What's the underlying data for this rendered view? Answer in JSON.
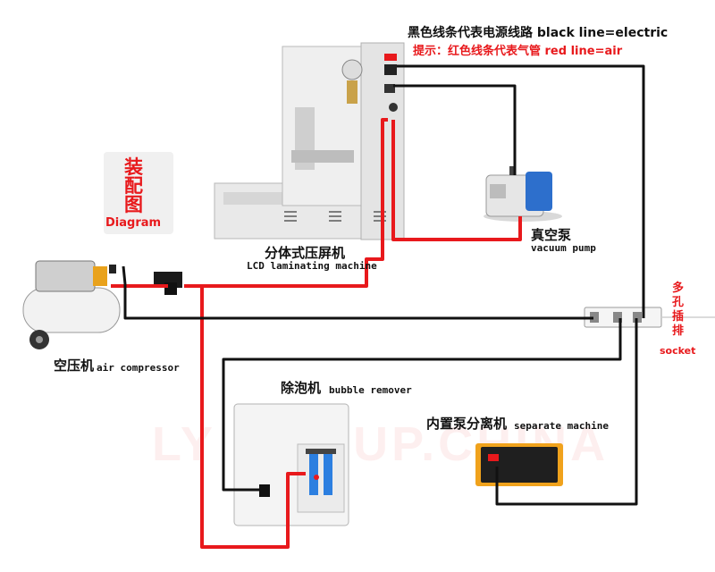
{
  "legend": {
    "black": "黑色线条代表电源线路 black line=electric",
    "red": "提示：红色线条代表气管 red line=air"
  },
  "stamp": {
    "cn": [
      "装",
      "配",
      "图"
    ],
    "en": "Diagram"
  },
  "devices": {
    "laminator": {
      "cn": "分体式压屏机",
      "en": "LCD laminating machine"
    },
    "vacuum_pump": {
      "cn": "真空泵",
      "en": "vacuum pump"
    },
    "compressor": {
      "cn": "空压机",
      "en": "air compressor"
    },
    "bubble_remover": {
      "cn": "除泡机",
      "en": "bubble remover"
    },
    "separator": {
      "cn": "内置泵分离机",
      "en": "separate machine"
    },
    "socket": {
      "cn": [
        "多",
        "孔",
        "插",
        "排"
      ],
      "en": "socket"
    }
  },
  "watermark": "LY GROUP.CHINA",
  "colors": {
    "air_line": "#e8191c",
    "electric_line": "#111111",
    "frame": "#ececec",
    "accent": "#e8191c"
  }
}
